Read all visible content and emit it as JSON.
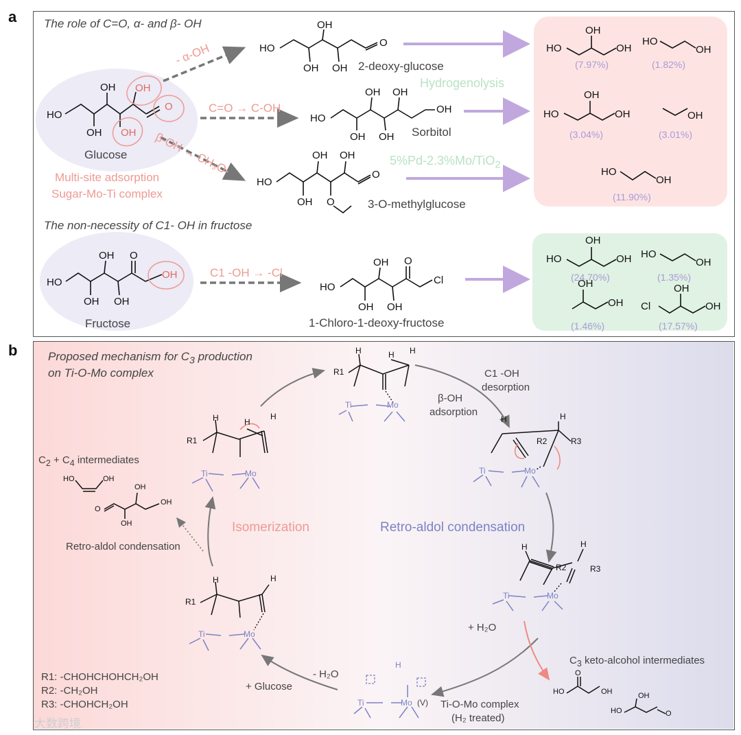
{
  "panel_a": {
    "letter": "a",
    "heading1": "The role of C=O, α- and β- OH",
    "heading2": "The non-necessity of C1- OH in fructose",
    "glucose": "Glucose",
    "multi_site_1": "Multi-site adsorption",
    "multi_site_2": "Sugar-Mo-Ti complex",
    "arrow1": "- α-OH",
    "arrow2": "C=O → C-OH",
    "arrow3": "β-OH → CH₃O-",
    "deoxy_glucose": "2-deoxy-glucose",
    "sorbitol": "Sorbitol",
    "methylglucose": "3-O-methylglucose",
    "hydrogenolysis": "Hydrogenolysis",
    "catalyst": "5%Pd-2.3%Mo/TiO",
    "catalyst_sub": "2",
    "pct_glycerol_1": "(7.97%)",
    "pct_eg_1": "(1.82%)",
    "pct_glycerol_2": "(3.04%)",
    "pct_ethanol_2": "(3.01%)",
    "pct_eg_3": "(11.90%)",
    "fructose": "Fructose",
    "arrow4": "C1 -OH → -Cl",
    "chloro": "1-Chloro-1-deoxy-fructose",
    "pct_glycerol_f": "(24.70%)",
    "pct_eg_f": "(1.35%)",
    "pct_pg_f": "(1.46%)",
    "pct_cl_f": "(17.57%)"
  },
  "panel_b": {
    "letter": "b",
    "title1": "Proposed mechanism for C",
    "title1_sub": "3",
    "title1_tail": " production",
    "title2": "on Ti-O-Mo complex",
    "c1_desorption_1": "C1 -OH",
    "c1_desorption_2": "desorption",
    "beta_adsorption_1": "β-OH",
    "beta_adsorption_2": "adsorption",
    "c2c4_a": "C",
    "c2c4_b": "2",
    "c2c4_c": " + C",
    "c2c4_d": "4",
    "c2c4_e": " intermediates",
    "isomerization": "Isomerization",
    "retro_aldol_big": "Retro-aldol condensation",
    "retro_aldol_small": "Retro-aldol condensation",
    "plus_h2o": "+ H₂O",
    "minus_h2o": "- H₂O",
    "plus_glucose": "+ Glucose",
    "c3_keto_a": "C",
    "c3_keto_b": "3",
    "c3_keto_c": " keto-alcohol intermediates",
    "tiomo_1": "Ti-O-Mo complex",
    "tiomo_2": "(H₂ treated)",
    "r1": "R1: -CHOHCHOHCH₂OH",
    "r2": "R2: -CH₂OH",
    "r3": "R3: -CHOHCH₂OH",
    "watermark": "大数跨境"
  },
  "colors": {
    "pink_text": "#ee9a92",
    "purple_arrow": "#c0a8de",
    "products_pink_bg": "#fde4e3",
    "products_green_bg": "#dff2e3",
    "ti_mo": "#7c82c4"
  }
}
